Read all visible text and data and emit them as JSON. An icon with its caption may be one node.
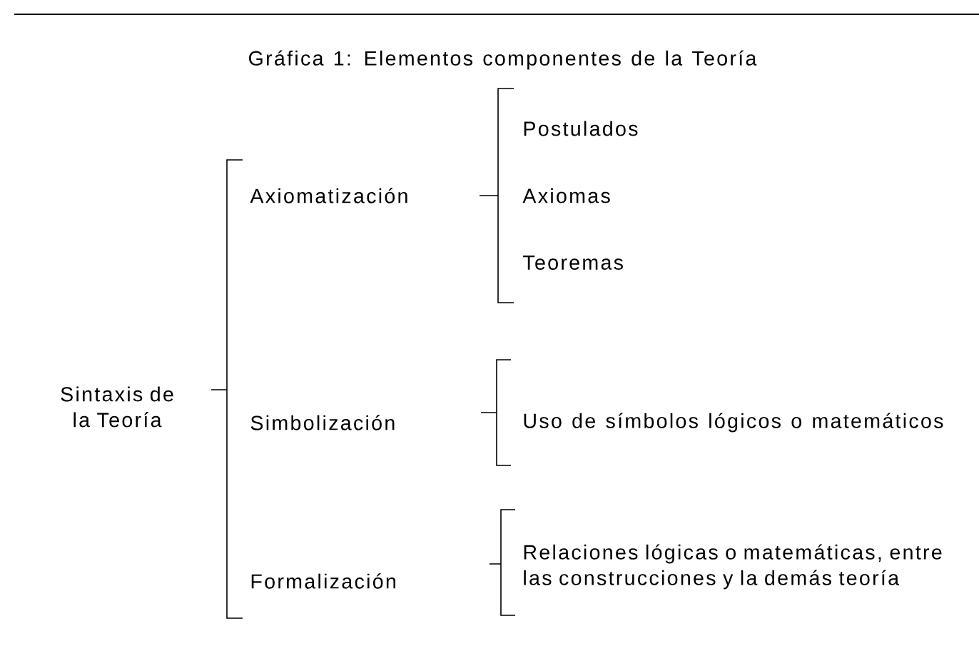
{
  "diagram": {
    "title": "Gráfica 1: Elementos componentes de la Teoría",
    "nodes": [
      {
        "text": [
          "Sintaxis de la Teoría"
        ]
      },
      {
        "text": [
          "Axiomatización"
        ]
      },
      {
        "text": [
          "Postulados"
        ]
      },
      {
        "text": [
          "Axiomas"
        ]
      },
      {
        "text": [
          "Teoremas"
        ]
      },
      {
        "text": [
          "Simbolización"
        ]
      },
      {
        "text": [
          "Uso de símbolos lógicos o matemáticos"
        ]
      },
      {
        "text": [
          "Formalización"
        ]
      },
      {
        "text": [
          "Relaciones lógicas o matemáticas, entre las construcciones y la demás teoría"
        ]
      }
    ]
  }
}
